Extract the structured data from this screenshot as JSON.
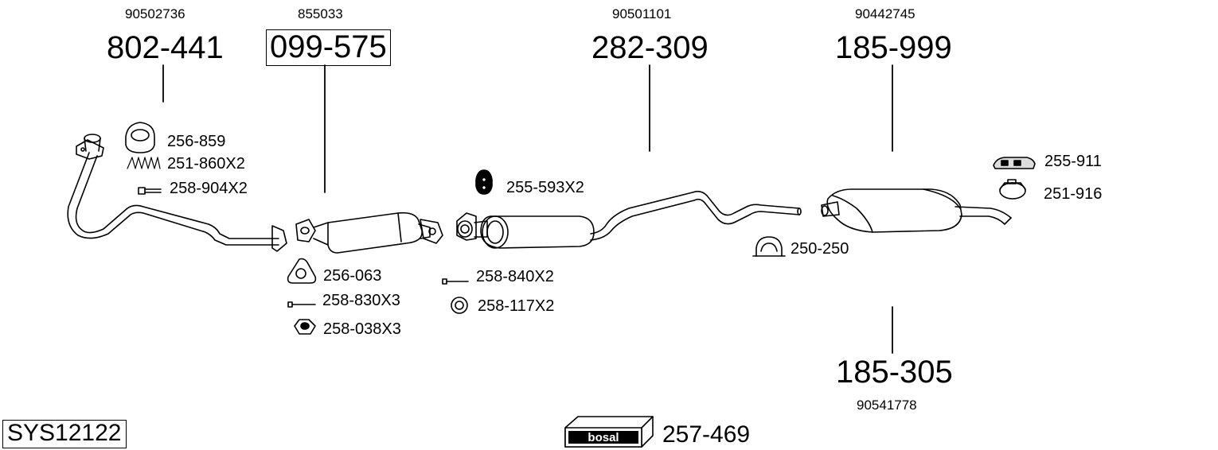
{
  "system_code": "SYS12122",
  "main_parts": [
    {
      "oem": "90502736",
      "part": "802-441",
      "highlighted": false
    },
    {
      "oem": "855033",
      "part": "099-575",
      "highlighted": true
    },
    {
      "oem": "90501101",
      "part": "282-309",
      "highlighted": false
    },
    {
      "oem": "90442745",
      "part": "185-999",
      "highlighted": false
    },
    {
      "oem": "90541778",
      "part": "185-305",
      "highlighted": false
    }
  ],
  "accessories": [
    {
      "label": "256-859",
      "icon": "gasket-ring-icon"
    },
    {
      "label": "251-860X2",
      "icon": "spring-icon"
    },
    {
      "label": "258-904X2",
      "icon": "bolt-icon"
    },
    {
      "label": "256-063",
      "icon": "triangular-gasket-icon"
    },
    {
      "label": "258-830X3",
      "icon": "bolt-icon"
    },
    {
      "label": "258-038X3",
      "icon": "nut-icon"
    },
    {
      "label": "255-593X2",
      "icon": "rubber-mount-icon"
    },
    {
      "label": "258-840X2",
      "icon": "bolt-icon"
    },
    {
      "label": "258-117X2",
      "icon": "washer-ring-icon"
    },
    {
      "label": "250-250",
      "icon": "u-clamp-icon"
    },
    {
      "label": "255-911",
      "icon": "rubber-hanger-icon"
    },
    {
      "label": "251-916",
      "icon": "band-clamp-icon"
    }
  ],
  "mounting_kit": {
    "label": "257-469",
    "brand": "bosal"
  }
}
